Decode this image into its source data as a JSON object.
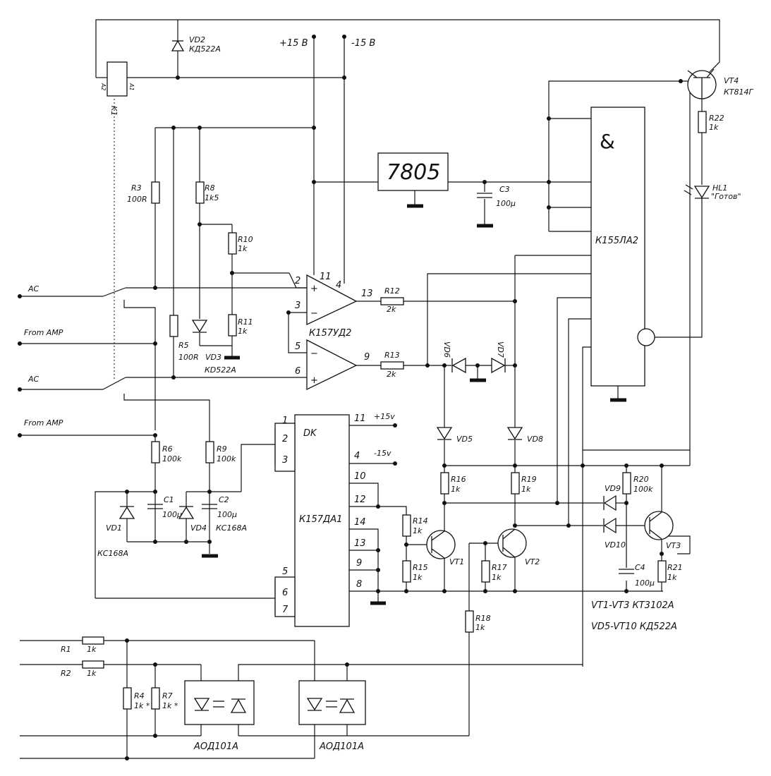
{
  "supplies": {
    "pos": "+15 В",
    "neg": "-15 В"
  },
  "inputs": {
    "ac1": "AC",
    "amp1": "From AMP",
    "ac2": "AC",
    "amp2": "From AMP"
  },
  "relay": {
    "name": "K1",
    "a1": "A1",
    "a2": "A2"
  },
  "regulator": {
    "name": "7805"
  },
  "gate": {
    "name": "К155ЛА2",
    "symbol": "&"
  },
  "opamp": {
    "name": "К157УД2",
    "pins": [
      "2",
      "3",
      "11",
      "4",
      "13",
      "5",
      "6",
      "9"
    ]
  },
  "ic": {
    "name": "К157ДА1",
    "dk": "DK",
    "left_pins": [
      "1",
      "2",
      "3",
      "5",
      "6",
      "7"
    ],
    "right_pins": [
      "11",
      "4",
      "10",
      "12",
      "14",
      "13",
      "9",
      "8"
    ],
    "pos_label": "+15v",
    "neg_label": "-15v"
  },
  "resistors": [
    {
      "ref": "R1",
      "val": "1k"
    },
    {
      "ref": "R2",
      "val": "1k"
    },
    {
      "ref": "R3",
      "val": "100R"
    },
    {
      "ref": "R4",
      "val": "1k *"
    },
    {
      "ref": "R5",
      "val": "100R"
    },
    {
      "ref": "R6",
      "val": "100k"
    },
    {
      "ref": "R7",
      "val": "1k *"
    },
    {
      "ref": "R8",
      "val": "1k5"
    },
    {
      "ref": "R9",
      "val": "100k"
    },
    {
      "ref": "R10",
      "val": "1k"
    },
    {
      "ref": "R11",
      "val": "1k"
    },
    {
      "ref": "R12",
      "val": "2k"
    },
    {
      "ref": "R13",
      "val": "2k"
    },
    {
      "ref": "R14",
      "val": "1k"
    },
    {
      "ref": "R15",
      "val": "1k"
    },
    {
      "ref": "R16",
      "val": "1k"
    },
    {
      "ref": "R17",
      "val": "1k"
    },
    {
      "ref": "R18",
      "val": "1k"
    },
    {
      "ref": "R19",
      "val": "1k"
    },
    {
      "ref": "R20",
      "val": "100k"
    },
    {
      "ref": "R21",
      "val": "1k"
    },
    {
      "ref": "R22",
      "val": "1k"
    }
  ],
  "capacitors": [
    {
      "ref": "C1",
      "val": "100µ"
    },
    {
      "ref": "C2",
      "val": "100µ"
    },
    {
      "ref": "C3",
      "val": "100µ"
    },
    {
      "ref": "C4",
      "val": "100µ"
    }
  ],
  "diodes": [
    {
      "ref": "VD1",
      "val": "КС168А"
    },
    {
      "ref": "VD2",
      "val": "КД522А"
    },
    {
      "ref": "VD3",
      "val": "КD522А"
    },
    {
      "ref": "VD4",
      "val": "КС168А"
    },
    {
      "ref": "VD5"
    },
    {
      "ref": "VD6"
    },
    {
      "ref": "VD7"
    },
    {
      "ref": "VD8"
    },
    {
      "ref": "VD9"
    },
    {
      "ref": "VD10"
    }
  ],
  "transistors": [
    {
      "ref": "VT1"
    },
    {
      "ref": "VT2"
    },
    {
      "ref": "VT3"
    },
    {
      "ref": "VT4",
      "val": "КТ814Г"
    }
  ],
  "led": {
    "ref": "HL1",
    "label": "\"Готов\""
  },
  "optocouplers": [
    "АОД101А",
    "АОД101А"
  ],
  "notes": [
    "VT1-VT3 КТ3102А",
    "VD5-VT10 КД522А"
  ]
}
